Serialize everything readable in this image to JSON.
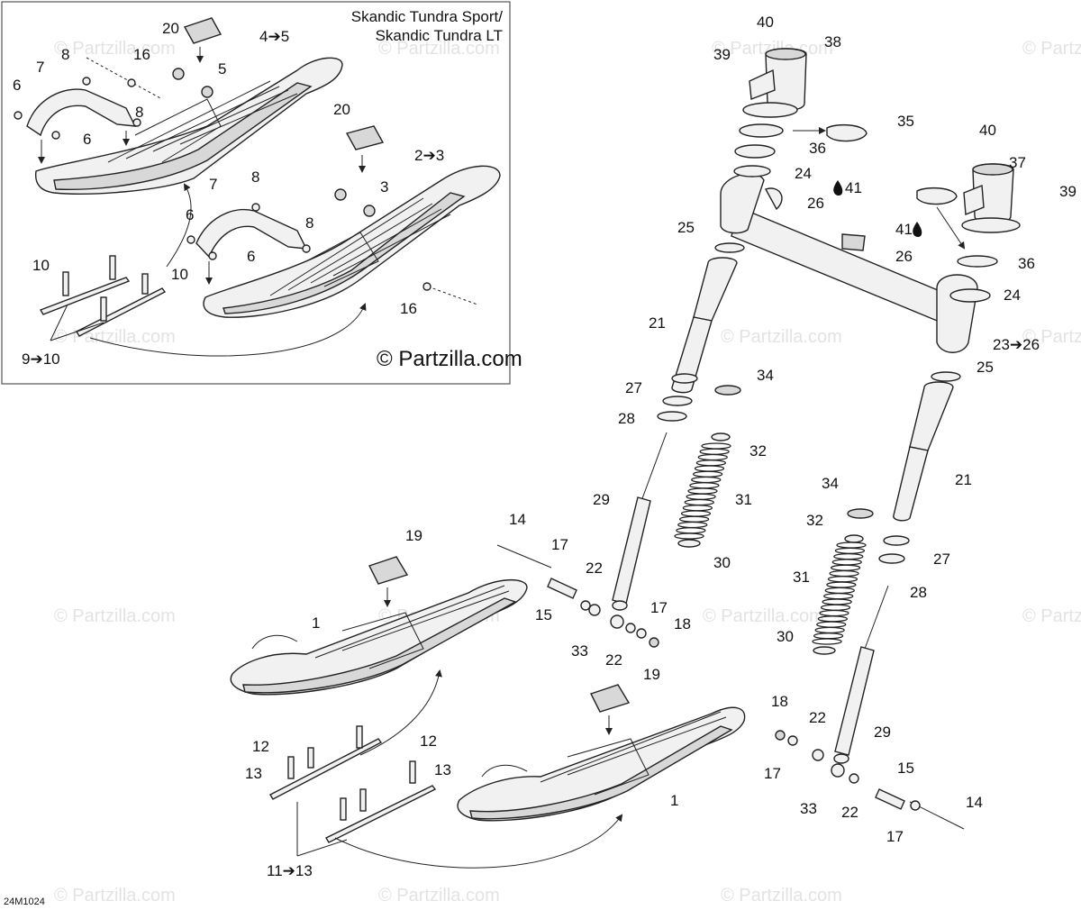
{
  "title_lines": [
    "Skandic Tundra Sport/",
    "Skandic Tundra LT"
  ],
  "copyright": "© Partzilla.com",
  "watermark": "© Partzilla.com",
  "diagram_code": "24M1024",
  "callouts": {
    "c1a": "1",
    "c1b": "1",
    "c4_5": "4➔5",
    "c2_3": "2➔3",
    "c5": "5",
    "c3": "3",
    "c6a": "6",
    "c6b": "6",
    "c6c": "6",
    "c6d": "6",
    "c7a": "7",
    "c7b": "7",
    "c8a": "8",
    "c8b": "8",
    "c8c": "8",
    "c8d": "8",
    "c9_10": "9➔10",
    "c10a": "10",
    "c10b": "10",
    "c11_13": "11➔13",
    "c12a": "12",
    "c12b": "12",
    "c13a": "13",
    "c13b": "13",
    "c14a": "14",
    "c14b": "14",
    "c15a": "15",
    "c15b": "15",
    "c16a": "16",
    "c16b": "16",
    "c17a": "17",
    "c17b": "17",
    "c17c": "17",
    "c17d": "17",
    "c18a": "18",
    "c18b": "18",
    "c19a": "19",
    "c19b": "19",
    "c20a": "20",
    "c20b": "20",
    "c21a": "21",
    "c21b": "21",
    "c22a": "22",
    "c22b": "22",
    "c22c": "22",
    "c22d": "22",
    "c23_26": "23➔26",
    "c24a": "24",
    "c24b": "24",
    "c25a": "25",
    "c25b": "25",
    "c26a": "26",
    "c26b": "26",
    "c27a": "27",
    "c27b": "27",
    "c28a": "28",
    "c28b": "28",
    "c29a": "29",
    "c29b": "29",
    "c30a": "30",
    "c30b": "30",
    "c31a": "31",
    "c31b": "31",
    "c32a": "32",
    "c32b": "32",
    "c33a": "33",
    "c33b": "33",
    "c34a": "34",
    "c34b": "34",
    "c35": "35",
    "c36a": "36",
    "c36b": "36",
    "c37": "37",
    "c38": "38",
    "c39a": "39",
    "c39b": "39",
    "c40a": "40",
    "c40b": "40",
    "c41a": "41",
    "c41b": "41"
  }
}
